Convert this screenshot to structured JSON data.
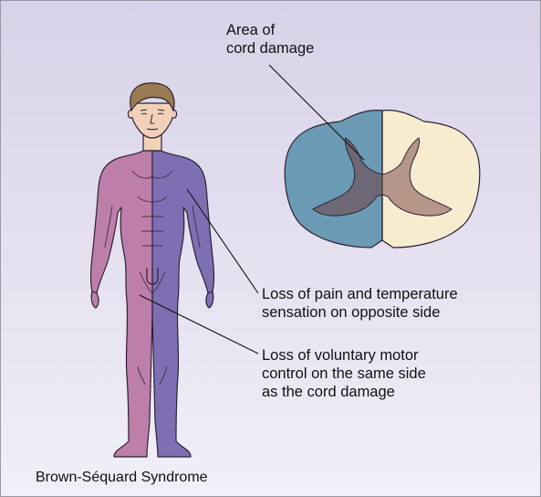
{
  "labels": {
    "damage_line1": "Area of",
    "damage_line2": "cord damage",
    "pain_line1": "Loss of pain and temperature",
    "pain_line2": "sensation on opposite side",
    "motor_line1": "Loss of voluntary motor",
    "motor_line2": "control on the same side",
    "motor_line3": "as the cord damage"
  },
  "caption": "Brown-Séquard Syndrome",
  "colors": {
    "background_top": "#d8d2e8",
    "background_bottom": "#f1eff8",
    "body_left": "#bd7faa",
    "body_right": "#7e6fb3",
    "skin": "#f1d2b8",
    "hair": "#9a7a52",
    "cord_damaged": "#6b9bb4",
    "cord_healthy": "#f7ecd0",
    "gray_matter_damaged": "#6e6876",
    "gray_matter_healthy": "#b59688",
    "leader_lines": "#111111"
  }
}
